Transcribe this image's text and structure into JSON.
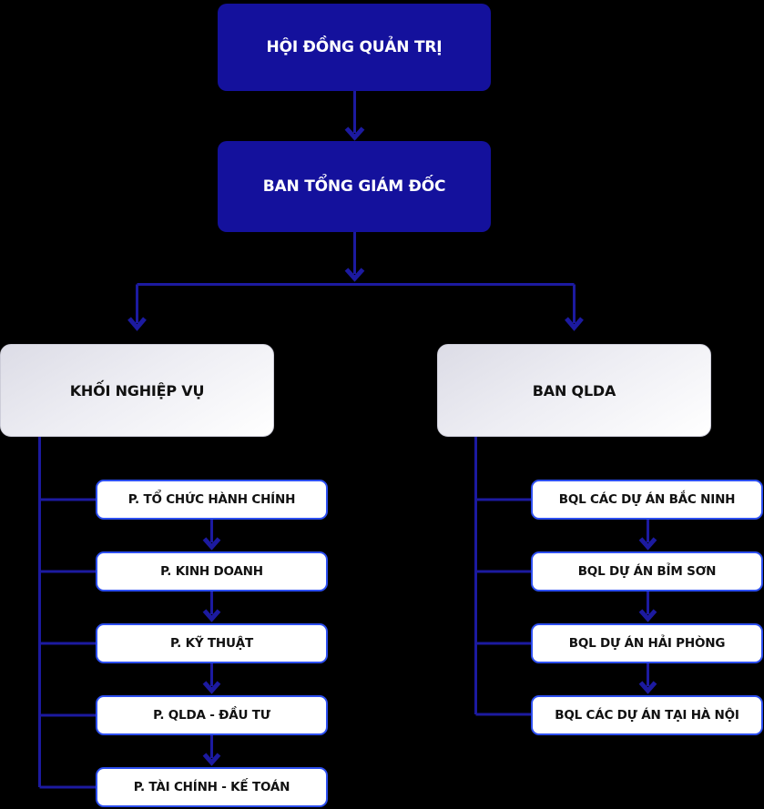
{
  "chart_data": {
    "type": "org-chart",
    "title": "",
    "hierarchy": {
      "root": "HỘI ĐỒNG QUẢN TRỊ",
      "level2": "BAN TỔNG GIÁM ĐỐC",
      "branches": [
        {
          "label": "KHỐI NGHIỆP VỤ",
          "children": [
            "P. TỔ CHỨC HÀNH CHÍNH",
            "P. KINH DOANH",
            "P. KỸ THUẬT",
            "P. QLDA - ĐẦU TƯ",
            "P. TÀI CHÍNH - KẾ TOÁN"
          ]
        },
        {
          "label": "BAN QLDA",
          "children": [
            "BQL CÁC DỰ ÁN BẮC NINH",
            "BQL DỰ ÁN BỈM SƠN",
            "BQL DỰ ÁN HẢI PHÒNG",
            "BQL CÁC DỰ ÁN TẠI HÀ NỘI"
          ]
        }
      ]
    }
  },
  "nodes": {
    "root": {
      "label": "HỘI ĐỒNG QUẢN TRỊ"
    },
    "level2": {
      "label": "BAN TỔNG GIÁM ĐỐC"
    },
    "branches": [
      {
        "label": "KHỐI NGHIỆP VỤ"
      },
      {
        "label": "BAN QLDA"
      }
    ],
    "left_children": [
      {
        "label": "P. TỔ CHỨC HÀNH CHÍNH"
      },
      {
        "label": "P. KINH DOANH"
      },
      {
        "label": "P. KỸ THUẬT"
      },
      {
        "label": "P. QLDA - ĐẦU TƯ"
      },
      {
        "label": "P. TÀI CHÍNH - KẾ TOÁN"
      }
    ],
    "right_children": [
      {
        "label": "BQL CÁC DỰ ÁN BẮC NINH"
      },
      {
        "label": "BQL DỰ ÁN BỈM SƠN"
      },
      {
        "label": "BQL DỰ ÁN HẢI PHÒNG"
      },
      {
        "label": "BQL CÁC DỰ ÁN TẠI HÀ NỘI"
      }
    ]
  },
  "colors": {
    "background": "#000000",
    "primary_box": "#14119c",
    "connector": "#1c1aa0",
    "child_border": "#2d4ff0",
    "primary_text": "#ffffff",
    "dark_text": "#111111"
  }
}
